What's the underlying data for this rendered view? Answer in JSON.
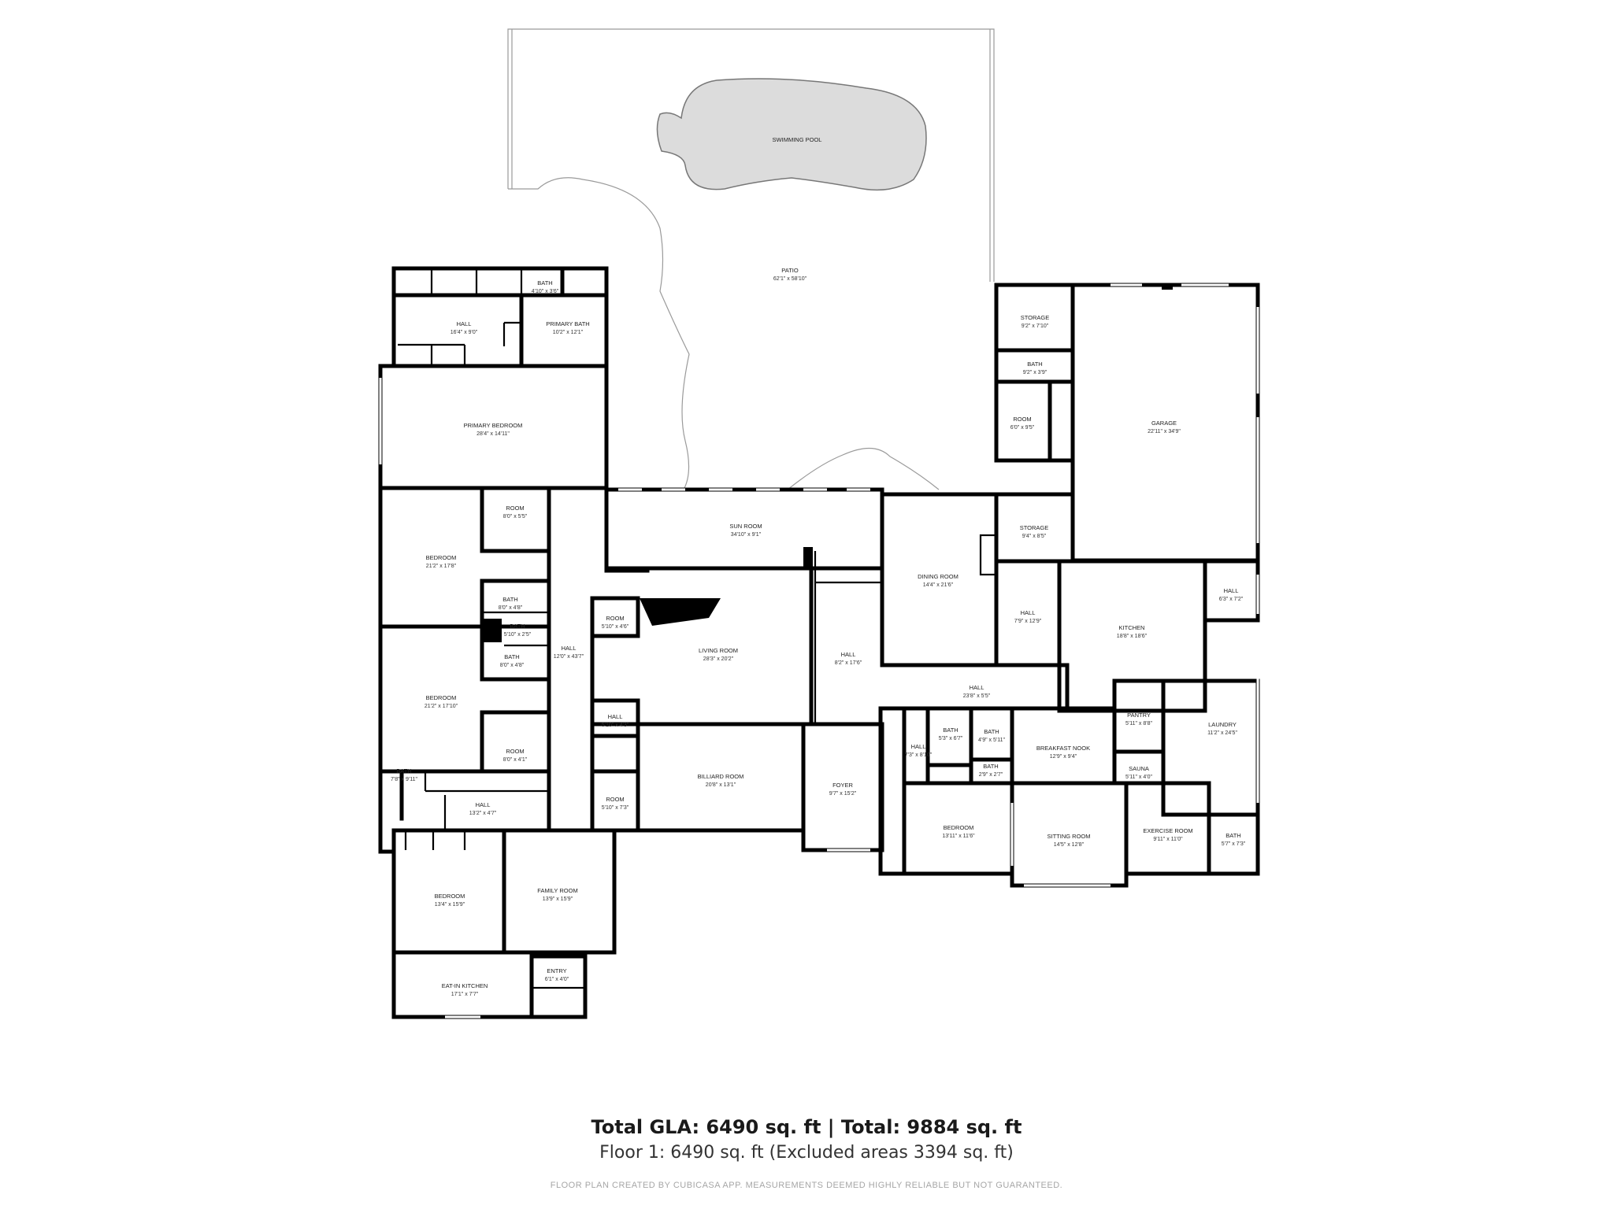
{
  "rooms": [
    {
      "name": "SWIMMING POOL",
      "dim": ""
    },
    {
      "name": "PATIO",
      "dim": "62'1\" x 58'10\""
    },
    {
      "name": "BATH",
      "dim": "4'10\" x 3'6\""
    },
    {
      "name": "HALL",
      "dim": "16'4\" x 9'0\""
    },
    {
      "name": "PRIMARY BATH",
      "dim": "10'2\" x 12'1\""
    },
    {
      "name": "PRIMARY BEDROOM",
      "dim": "28'4\" x 14'11\""
    },
    {
      "name": "ROOM",
      "dim": "8'0\" x 5'5\""
    },
    {
      "name": "BEDROOM",
      "dim": "21'2\" x 17'8\""
    },
    {
      "name": "BATH",
      "dim": "8'0\" x 4'8\""
    },
    {
      "name": "BATH",
      "dim": "5'10\" x 2'5\""
    },
    {
      "name": "BATH",
      "dim": "8'0\" x 4'8\""
    },
    {
      "name": "HALL",
      "dim": "12'0\" x 43'7\""
    },
    {
      "name": "BEDROOM",
      "dim": "21'2\" x 17'10\""
    },
    {
      "name": "ROOM",
      "dim": "8'0\" x 4'1\""
    },
    {
      "name": "BATH",
      "dim": "7'8\" x 9'11\""
    },
    {
      "name": "HALL",
      "dim": "13'2\" x 4'7\""
    },
    {
      "name": "BEDROOM",
      "dim": "13'4\" x 15'9\""
    },
    {
      "name": "FAMILY ROOM",
      "dim": "13'9\" x 15'9\""
    },
    {
      "name": "ENTRY",
      "dim": "6'1\" x 4'0\""
    },
    {
      "name": "EAT-IN KITCHEN",
      "dim": "17'1\" x 7'7\""
    },
    {
      "name": "SUN ROOM",
      "dim": "34'10\" x 9'1\""
    },
    {
      "name": "ROOM",
      "dim": "5'10\" x 4'6\""
    },
    {
      "name": "LIVING ROOM",
      "dim": "28'3\" x 20'2\""
    },
    {
      "name": "HALL",
      "dim": "5'10\" x 4'3\""
    },
    {
      "name": "ROOM",
      "dim": "5'10\" x 7'3\""
    },
    {
      "name": "BILLIARD ROOM",
      "dim": "20'8\" x 13'1\""
    },
    {
      "name": "HALL",
      "dim": "8'2\" x 17'6\""
    },
    {
      "name": "FOYER",
      "dim": "9'7\" x 15'2\""
    },
    {
      "name": "DINING ROOM",
      "dim": "14'4\" x 21'6\""
    },
    {
      "name": "HALL",
      "dim": "23'8\" x 5'5\""
    },
    {
      "name": "STORAGE",
      "dim": "9'2\" x 7'10\""
    },
    {
      "name": "BATH",
      "dim": "9'2\" x 3'9\""
    },
    {
      "name": "ROOM",
      "dim": "6'0\" x 9'5\""
    },
    {
      "name": "GARAGE",
      "dim": "22'11\" x 34'9\""
    },
    {
      "name": "STORAGE",
      "dim": "9'4\" x 8'5\""
    },
    {
      "name": "HALL",
      "dim": "7'9\" x 12'9\""
    },
    {
      "name": "KITCHEN",
      "dim": "18'8\" x 18'6\""
    },
    {
      "name": "HALL",
      "dim": "6'3\" x 7'2\""
    },
    {
      "name": "HALL",
      "dim": "7'3\" x 8'10\""
    },
    {
      "name": "BATH",
      "dim": "5'3\" x 6'7\""
    },
    {
      "name": "BATH",
      "dim": "4'9\" x 5'11\""
    },
    {
      "name": "BATH",
      "dim": "2'9\" x 2'7\""
    },
    {
      "name": "BREAKFAST NOOK",
      "dim": "12'9\" x 9'4\""
    },
    {
      "name": "PANTRY",
      "dim": "5'11\" x 8'8\""
    },
    {
      "name": "SAUNA",
      "dim": "5'11\" x 4'0\""
    },
    {
      "name": "LAUNDRY",
      "dim": "11'2\" x 24'5\""
    },
    {
      "name": "BEDROOM",
      "dim": "13'11\" x 11'6\""
    },
    {
      "name": "SITTING ROOM",
      "dim": "14'5\" x 12'8\""
    },
    {
      "name": "EXERCISE ROOM",
      "dim": "9'11\" x 11'0\""
    },
    {
      "name": "BATH",
      "dim": "5'7\" x 7'3\""
    }
  ],
  "footer": {
    "totals": "Total GLA: 6490 sq. ft | Total: 9884 sq. ft",
    "floor": "Floor 1: 6490 sq. ft (Excluded areas 3394 sq. ft)",
    "disclaimer": "FLOOR PLAN CREATED BY CUBICASA APP. MEASUREMENTS DEEMED HIGHLY RELIABLE BUT NOT GUARANTEED."
  }
}
